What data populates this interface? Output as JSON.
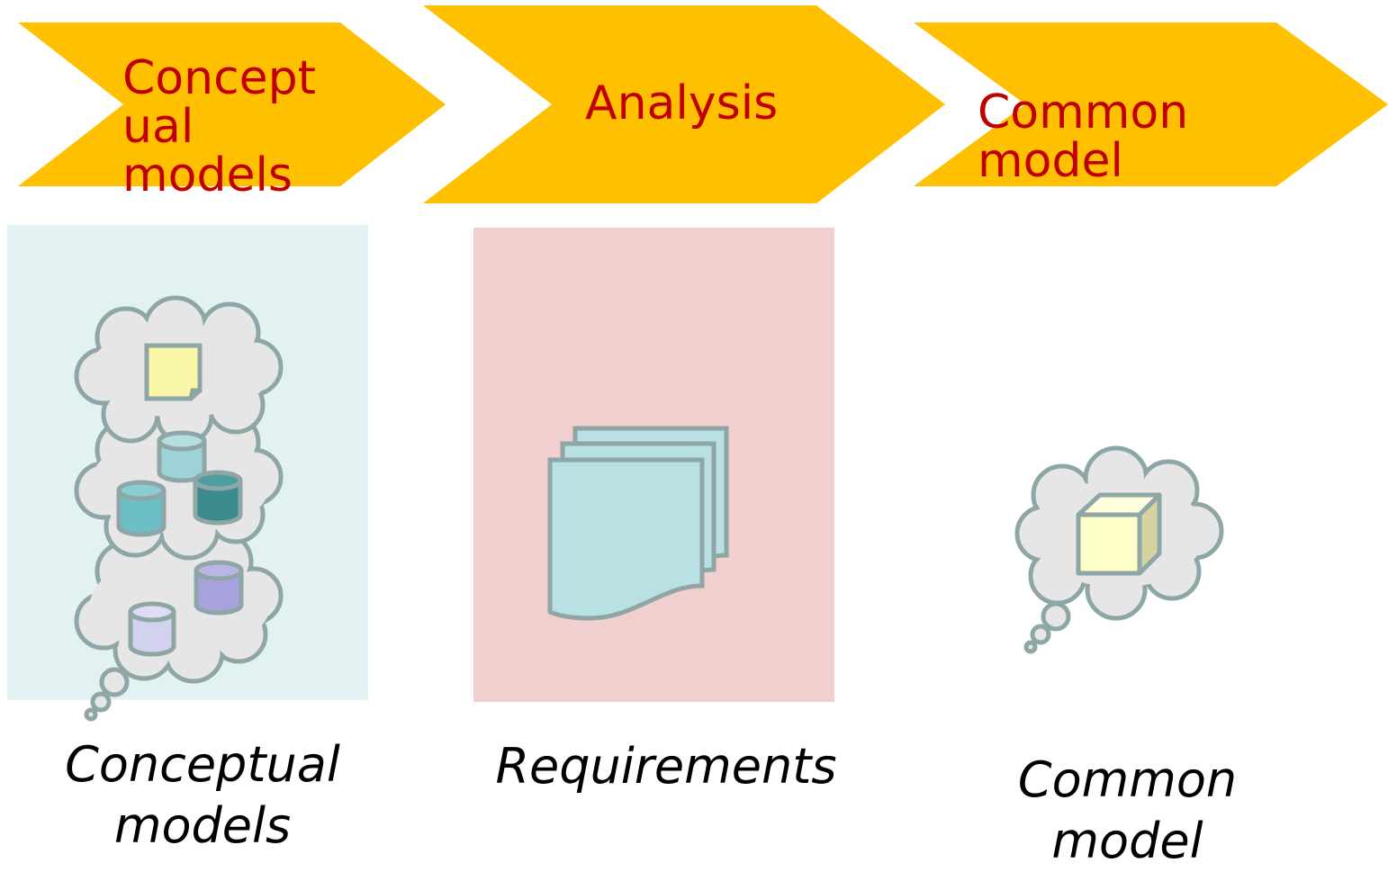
{
  "steps": [
    {
      "label": "Concept\nual\nmodels"
    },
    {
      "label": "Analysis"
    },
    {
      "label": "Common\nmodel"
    }
  ],
  "captions": {
    "conceptual": "Conceptual\nmodels",
    "requirements": "Requirements",
    "common": "Common\nmodel"
  },
  "colors": {
    "chevron": "#FFC000",
    "label_red": "#C00000",
    "panel_blue": "#E2F2F2",
    "panel_pink": "#F2CFCF",
    "cloud_fill": "#E6E6E6",
    "cloud_stroke": "#8FA6A6",
    "note_yellow": "#FAF8A8",
    "cyl_light": "#9ED2D6",
    "cyl_mid": "#6CBFC4",
    "cyl_dark": "#3B8A8E",
    "cyl_purple": "#A7A2DE",
    "cyl_lavender": "#D3D1F0",
    "doc_blue": "#B9E0E2",
    "cube_front": "#FFFFC8",
    "cube_side": "#D6D2A0"
  },
  "icons": [
    "note-icon",
    "database-icon",
    "document-stack-icon",
    "cube-icon",
    "thought-cloud-icon"
  ]
}
